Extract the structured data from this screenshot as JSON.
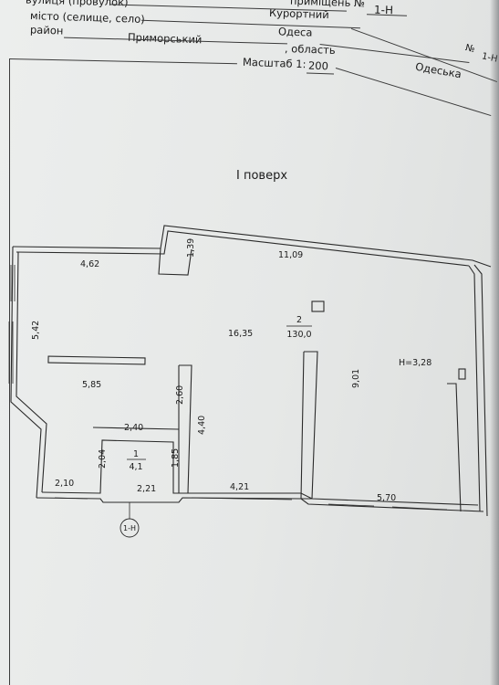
{
  "header": {
    "street_label": "вулиця (провулок)",
    "premises_label": "приміщень №",
    "premises_number": "1-Н",
    "city_label": "місто (селище, село)",
    "city_prefix_value": "Курортний",
    "city_value": "Одеса",
    "district_label": "район",
    "district_value": "Приморський",
    "oblast_label": ", область",
    "oblast_value": "Одеська",
    "scale_label": "Масштаб 1:",
    "scale_value": "200",
    "side_number": "№",
    "side_number_value": "1-Н"
  },
  "plan": {
    "floor_title": "І поверх",
    "rooms": [
      {
        "number": "1",
        "area": "4,1"
      },
      {
        "number": "2",
        "area": "130,0"
      }
    ],
    "height_label": "Н=3,28",
    "axis_marker": "1-Н",
    "dimensions": {
      "top_left_wall": "4,62",
      "top_notch": "1,39",
      "top_right_wall": "11,09",
      "left_wall": "5,42",
      "room2_width": "16,35",
      "partition_inner": "5,85",
      "partition_height": "2,60",
      "room1_top": "2,40",
      "partition_low": "4,40",
      "corridor_depth": "2,04",
      "room1_height": "1,85",
      "bottom_left": "2,10",
      "room1_bottom": "2,21",
      "bottom_mid": "4,21",
      "right_inner_wall": "9,01",
      "bottom_right": "5,70"
    }
  }
}
